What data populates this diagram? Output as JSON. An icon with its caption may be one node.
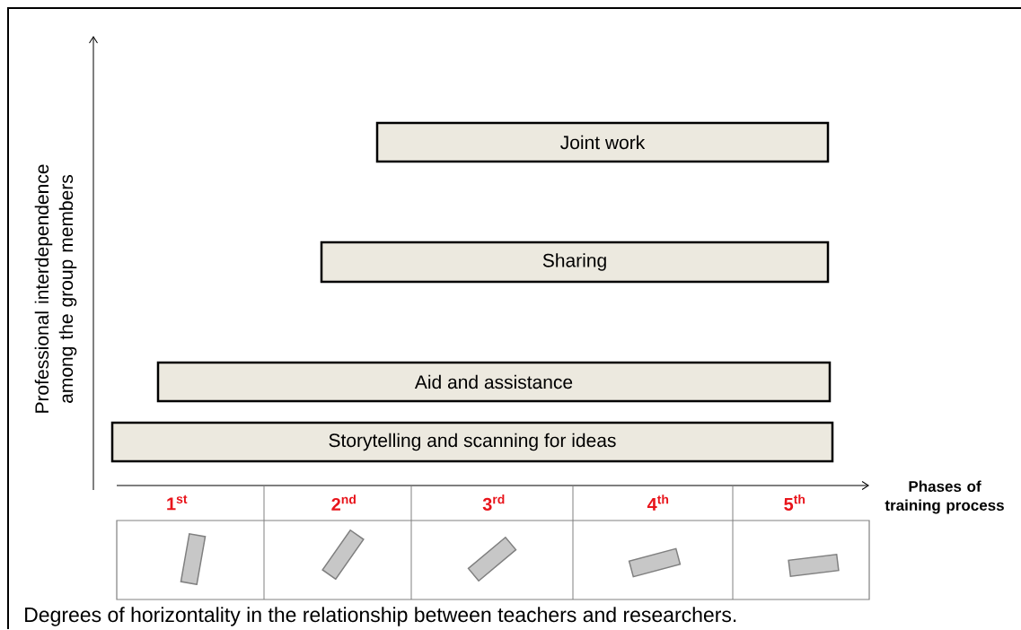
{
  "diagram": {
    "caption": "Degrees of horizontality in the relationship between teachers and researchers.",
    "nodes": [
      {
        "text": [
          "Joint work"
        ]
      },
      {
        "text": [
          "Sharing"
        ]
      },
      {
        "text": [
          "Aid and assistance"
        ]
      },
      {
        "text": [
          "Storytelling and scanning for ideas"
        ]
      }
    ],
    "edges": [],
    "labels": [
      "Professional interdependence among the group members",
      "Phases of training process",
      "1$^{st}$",
      "2$^{nd}$",
      "3$^{rd}$",
      "4$^{th}$",
      "5$^{th}$"
    ]
  }
}
